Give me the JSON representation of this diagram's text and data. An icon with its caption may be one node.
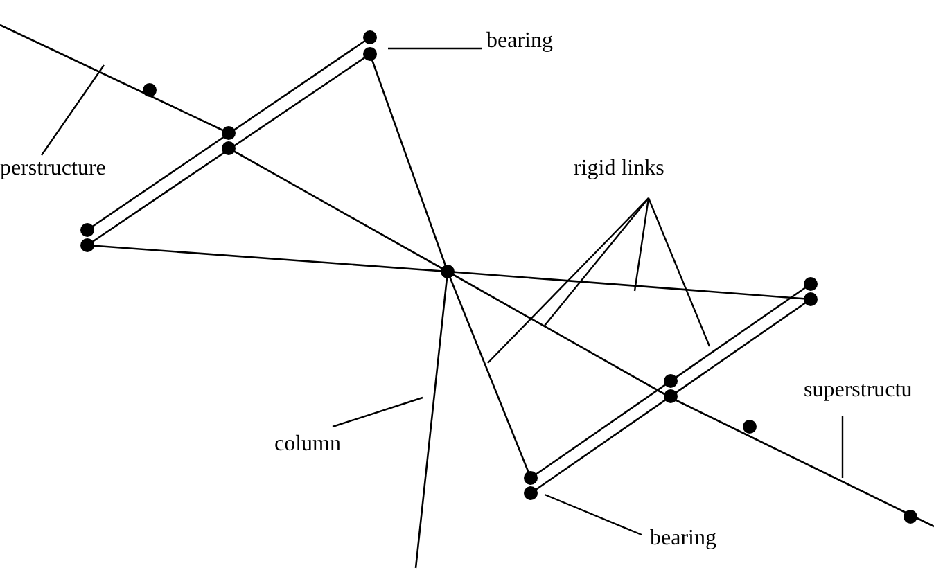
{
  "diagram": {
    "nodes": [
      {
        "text": [
          "perstructure"
        ]
      },
      {
        "text": [
          "bearing"
        ]
      },
      {
        "text": [
          "rigid links"
        ]
      },
      {
        "text": [
          "column"
        ]
      },
      {
        "text": [
          "superstructu"
        ]
      },
      {
        "text": [
          "bearing"
        ]
      }
    ],
    "edges": [
      {
        "from": 0,
        "to": null,
        "arrow": "none"
      },
      {
        "from": 1,
        "to": null,
        "arrow": "none"
      },
      {
        "from": 2,
        "to": null,
        "arrow": "none"
      },
      {
        "from": 2,
        "to": null,
        "arrow": "none"
      },
      {
        "from": 2,
        "to": null,
        "arrow": "none"
      },
      {
        "from": 2,
        "to": null,
        "arrow": "none"
      },
      {
        "from": 3,
        "to": null,
        "arrow": "none"
      },
      {
        "from": 4,
        "to": null,
        "arrow": "none"
      },
      {
        "from": 5,
        "to": null,
        "arrow": "none"
      }
    ]
  }
}
